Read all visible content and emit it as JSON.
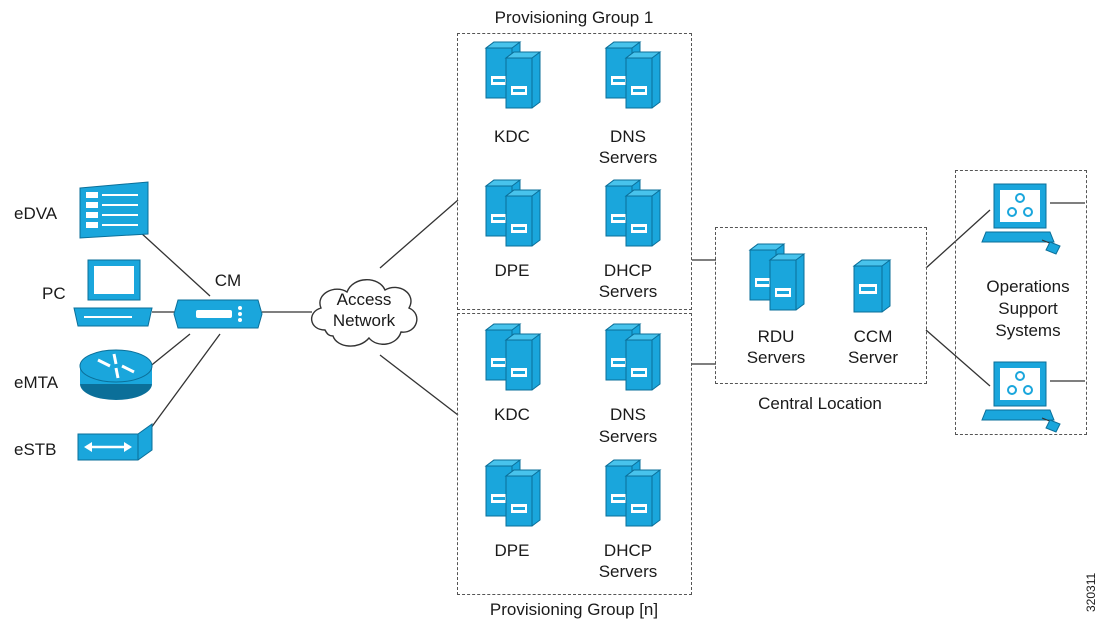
{
  "groups": {
    "top": {
      "title": "Provisioning Group 1",
      "kdc": "KDC",
      "dns": [
        "DNS",
        "Servers"
      ],
      "dpe": "DPE",
      "dhcp": [
        "DHCP",
        "Servers"
      ]
    },
    "bottom": {
      "title": "Provisioning Group [n]",
      "kdc": "KDC",
      "dns": [
        "DNS",
        "Servers"
      ],
      "dpe": "DPE",
      "dhcp": [
        "DHCP",
        "Servers"
      ]
    }
  },
  "central": {
    "title": "Central Location",
    "rdu": [
      "RDU",
      "Servers"
    ],
    "ccm": [
      "CCM",
      "Server"
    ]
  },
  "oss": {
    "label": [
      "Operations",
      "Support",
      "Systems"
    ]
  },
  "cloud": {
    "label": [
      "Access",
      "Network"
    ]
  },
  "cm": {
    "label": "CM"
  },
  "devices": {
    "edva": "eDVA",
    "pc": "PC",
    "emta": "eMTA",
    "estb": "eSTB"
  },
  "figure_id": "320311",
  "colors": {
    "device": "#1aa6dc",
    "device_dark": "#0b6f99",
    "line": "#333333",
    "border": "#555555"
  }
}
